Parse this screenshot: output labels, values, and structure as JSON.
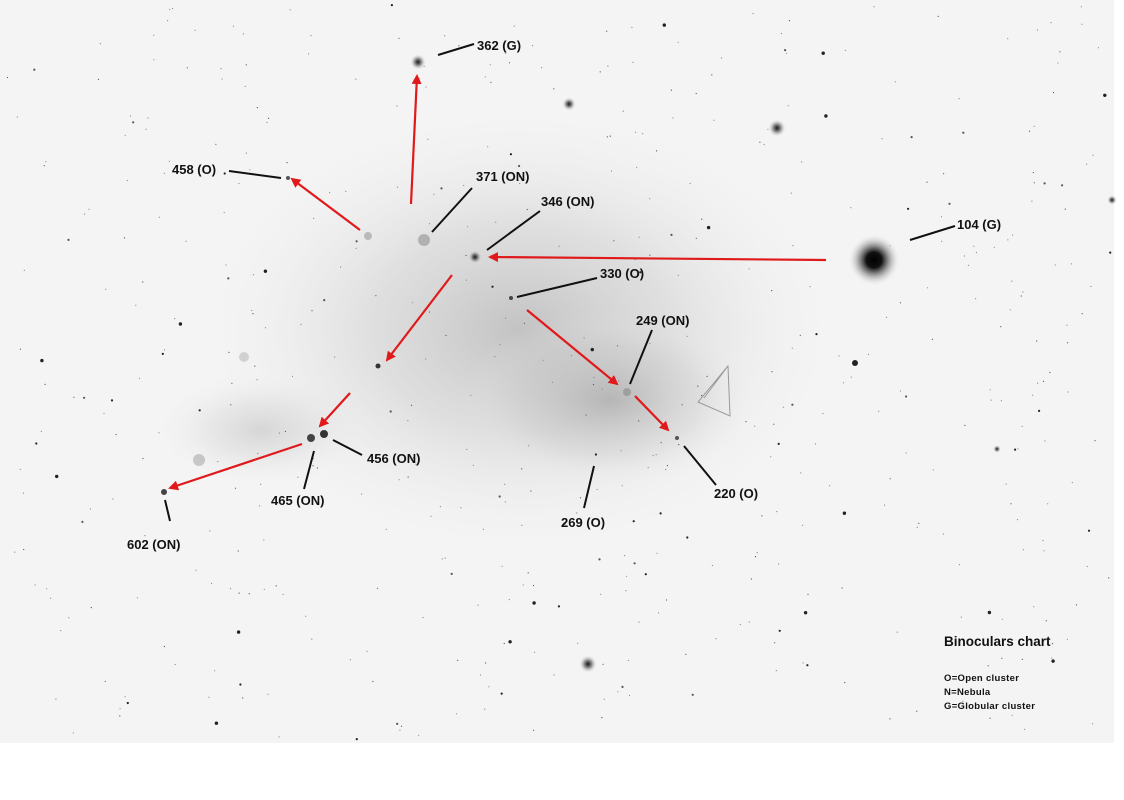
{
  "map": {
    "type": "star chart (inverted negative sky image)",
    "background_color": "#f4f4f4",
    "arrow_color": "#e0191b",
    "leader_color": "#111111"
  },
  "objects": [
    {
      "id": "362",
      "label": "362 (G)",
      "type": "G"
    },
    {
      "id": "458",
      "label": "458 (O)",
      "type": "O"
    },
    {
      "id": "371",
      "label": "371 (ON)",
      "type": "ON"
    },
    {
      "id": "346",
      "label": "346 (ON)",
      "type": "ON"
    },
    {
      "id": "104",
      "label": "104 (G)",
      "type": "G"
    },
    {
      "id": "330",
      "label": "330 (O)",
      "type": "O"
    },
    {
      "id": "249",
      "label": "249 (ON)",
      "type": "ON"
    },
    {
      "id": "456",
      "label": "456 (ON)",
      "type": "ON"
    },
    {
      "id": "465",
      "label": "465 (ON)",
      "type": "ON"
    },
    {
      "id": "220",
      "label": "220 (O)",
      "type": "O"
    },
    {
      "id": "269",
      "label": "269 (O)",
      "type": "O"
    },
    {
      "id": "602",
      "label": "602 (ON)",
      "type": "ON"
    }
  ],
  "legend": {
    "title": "Binoculars chart",
    "items": [
      {
        "text": "O=Open cluster"
      },
      {
        "text": "N=Nebula"
      },
      {
        "text": "G=Globular cluster"
      }
    ]
  }
}
